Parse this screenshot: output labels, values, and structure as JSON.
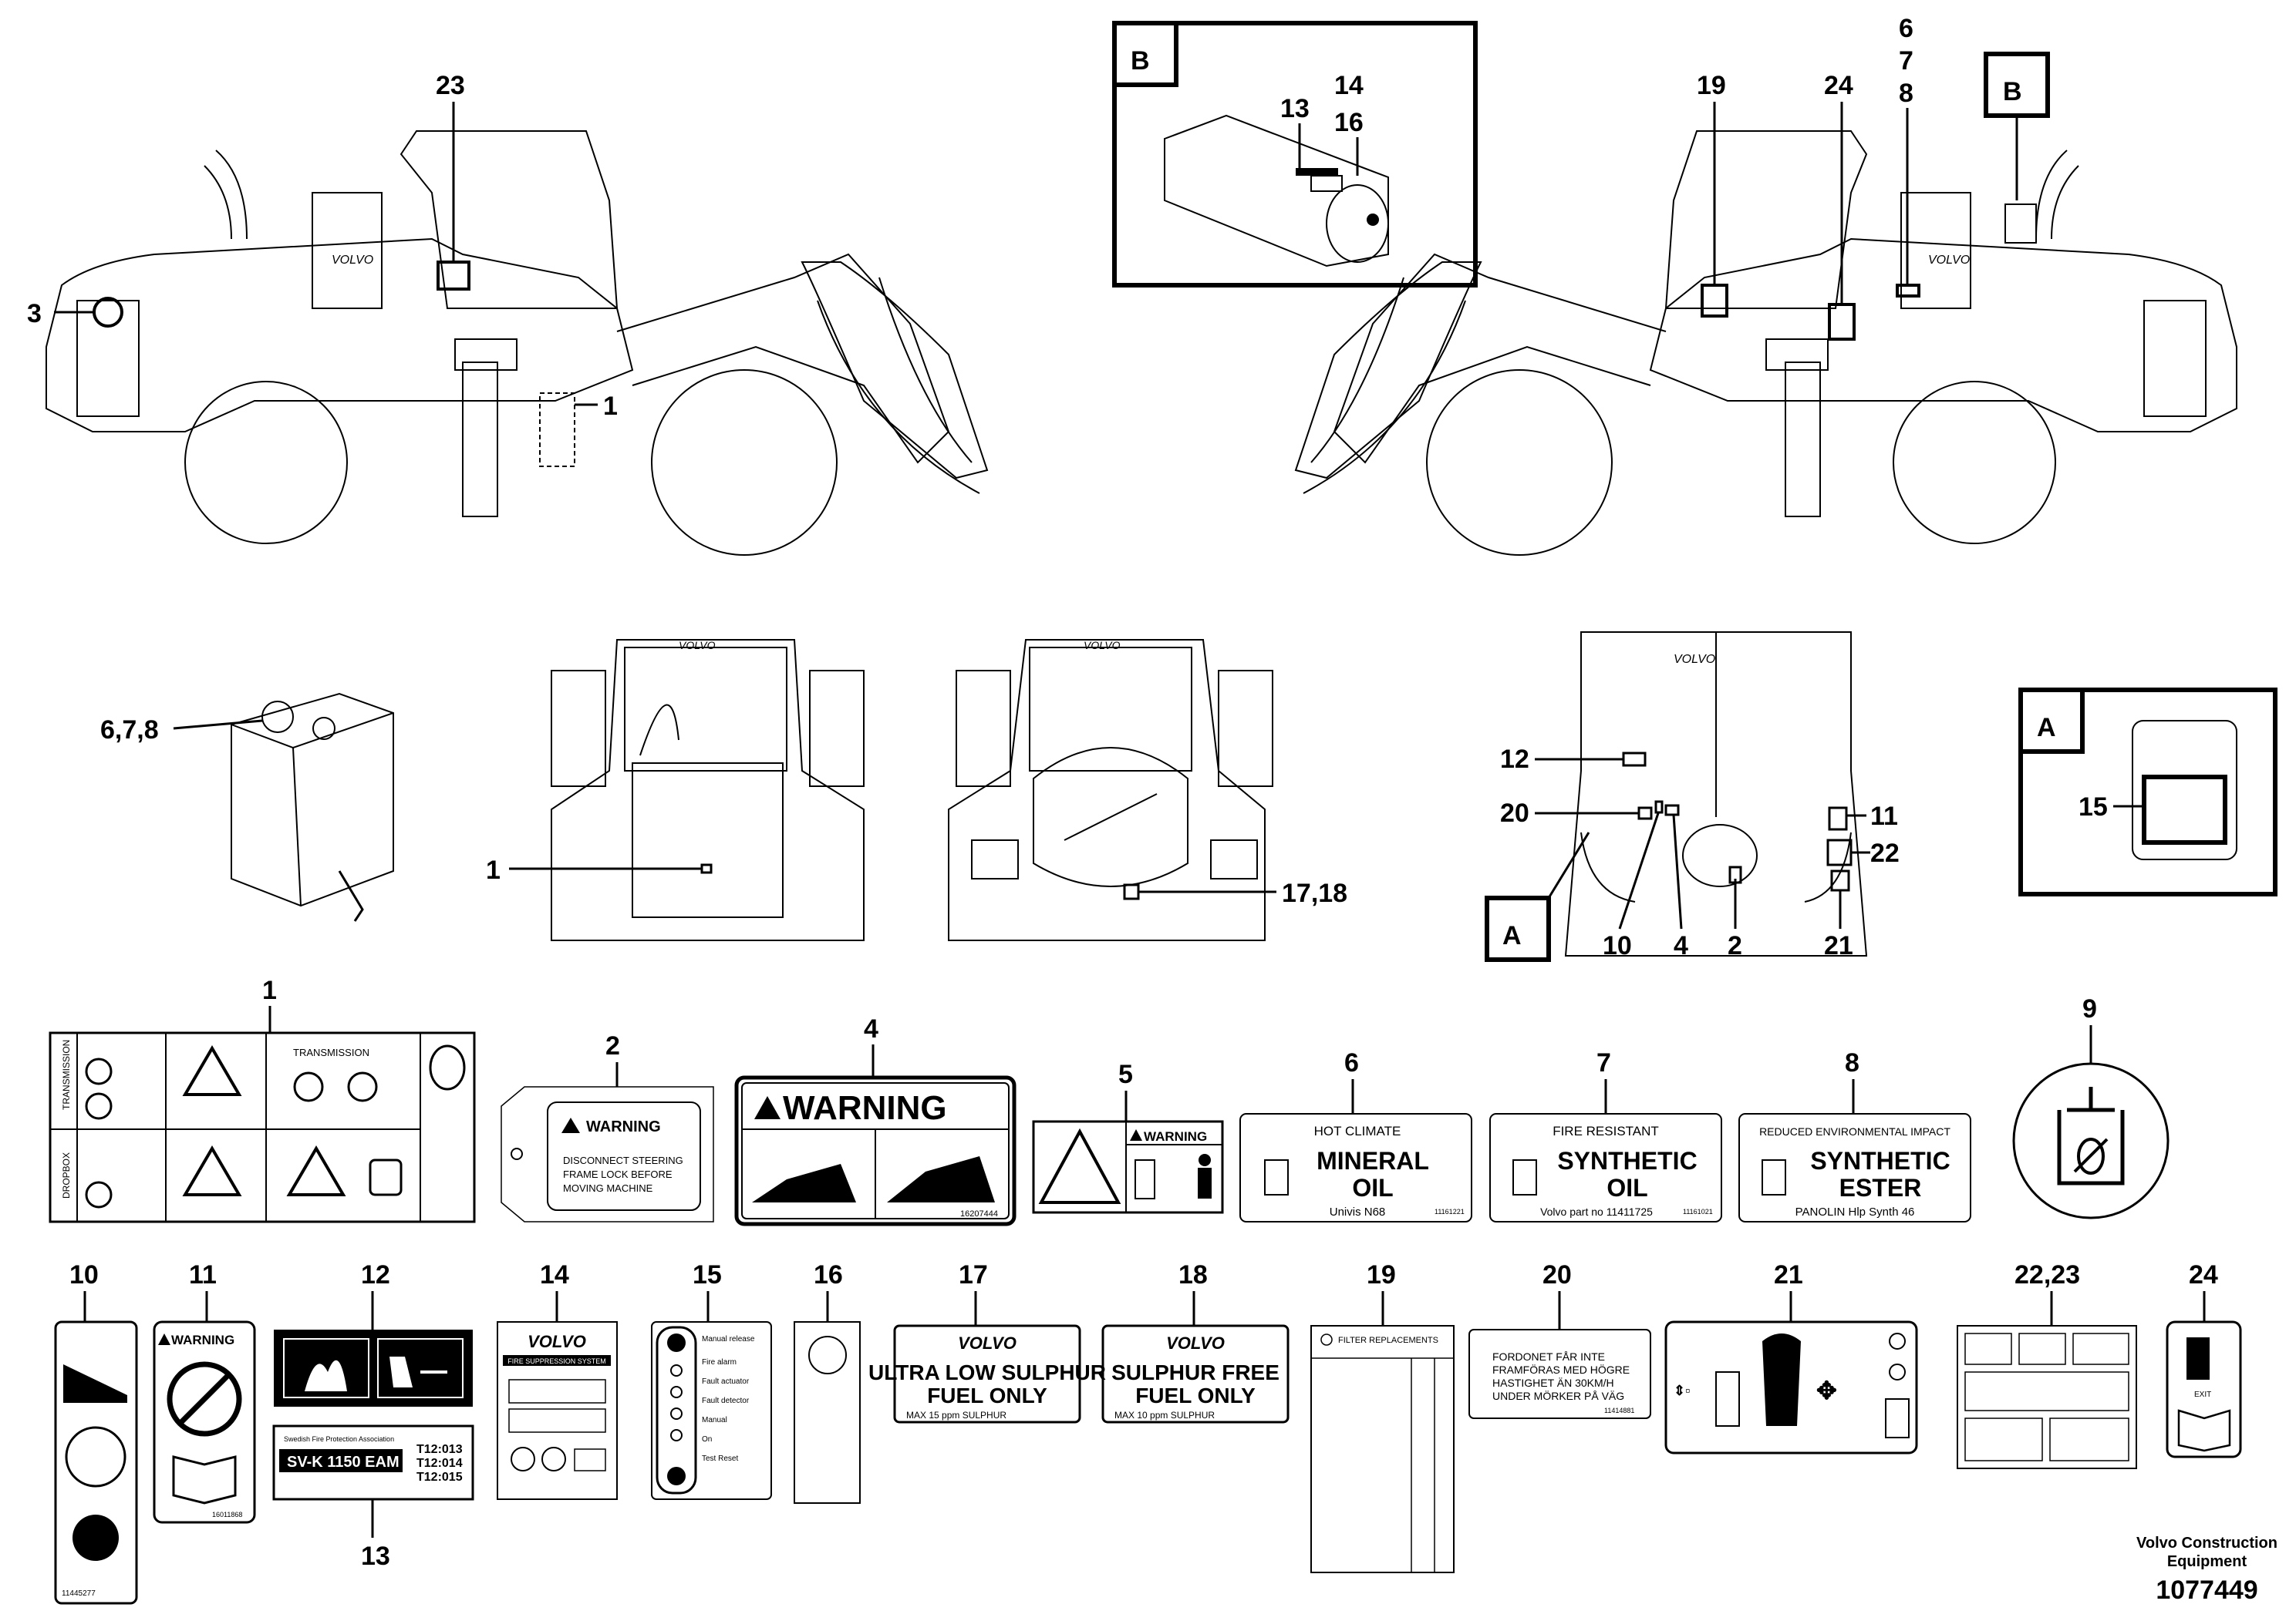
{
  "callouts": {
    "n1": "1",
    "n2": "2",
    "n3": "3",
    "n4": "4",
    "n5": "5",
    "n6": "6",
    "n7": "7",
    "n8": "8",
    "n9": "9",
    "n10": "10",
    "n11": "11",
    "n12": "12",
    "n13": "13",
    "n14": "14",
    "n15": "15",
    "n16": "16",
    "n17": "17",
    "n18": "18",
    "n19": "19",
    "n20": "20",
    "n21": "21",
    "n22": "22",
    "n23": "23",
    "n24": "24",
    "n678": "6,7,8",
    "n1718": "17,18",
    "n2223": "22,23",
    "detailA": "A",
    "detailB": "B"
  },
  "vehicle": {
    "brand": "VOLVO"
  },
  "decals": {
    "d1": {
      "transmission_side": "TRANSMISSION",
      "dropbox_side": "DROPBOX",
      "transmission_box": "TRANSMISSION"
    },
    "d2": {
      "title": "WARNING",
      "line1": "DISCONNECT STEERING",
      "line2": "FRAME LOCK BEFORE",
      "line3": "MOVING MACHINE"
    },
    "d4": {
      "title": "WARNING",
      "code": "16207444"
    },
    "d5": {
      "title": "WARNING"
    },
    "d6": {
      "top": "HOT CLIMATE",
      "line1": "MINERAL",
      "line2": "OIL",
      "bottom": "Univis N68",
      "code": "11161221"
    },
    "d7": {
      "top": "FIRE RESISTANT",
      "line1": "SYNTHETIC",
      "line2": "OIL",
      "bottom": "Volvo part no 11411725",
      "code": "11161021"
    },
    "d8": {
      "top": "REDUCED ENVIRONMENTAL IMPACT",
      "line1": "SYNTHETIC",
      "line2": "ESTER",
      "bottom": "PANOLIN Hlp Synth 46"
    },
    "d10": {
      "code": "11445277"
    },
    "d11": {
      "title": "WARNING",
      "code": "16011868"
    },
    "d13": {
      "line1": "Swedish Fire Protection Association",
      "code1": "T12:013",
      "code2": "T12:014",
      "code3": "T12:015",
      "main": "SV-K 1150 EAM"
    },
    "d14": {
      "brand": "VOLVO",
      "title": "FIRE SUPPRESSION SYSTEM"
    },
    "d15": {
      "items": [
        "Manual release",
        "Fire alarm",
        "Fault actuator",
        "Fault detector",
        "Manual",
        "On",
        "Test Reset"
      ]
    },
    "d17": {
      "brand": "VOLVO",
      "line1": "ULTRA LOW SULPHUR",
      "line2": "FUEL ONLY",
      "small": "MAX 15 ppm SULPHUR"
    },
    "d18": {
      "brand": "VOLVO",
      "line1": "SULPHUR FREE",
      "line2": "FUEL ONLY",
      "small": "MAX 10 ppm SULPHUR"
    },
    "d19": {
      "title": "FILTER REPLACEMENTS"
    },
    "d20": {
      "line1": "FORDONET FÅR INTE",
      "line2": "FRAMFÖRAS MED HÖGRE",
      "line3": "HASTIGHET ÄN 30KM/H",
      "line4": "UNDER MÖRKER PÅ VÄG",
      "code": "11414881"
    },
    "d24": {
      "small": "EXIT"
    }
  },
  "footer": {
    "line1": "Volvo Construction",
    "line2": "Equipment",
    "code": "1077449"
  }
}
